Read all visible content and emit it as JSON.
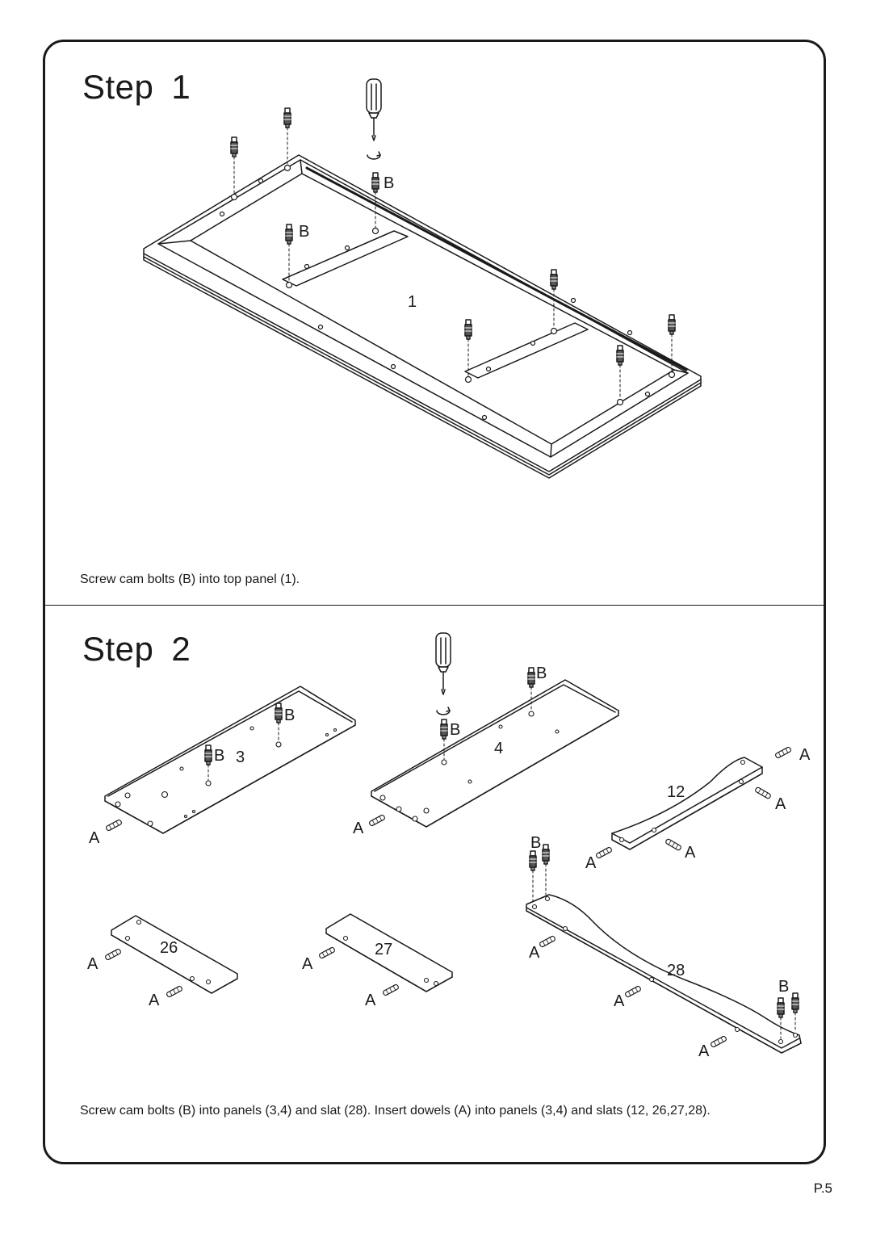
{
  "step1": {
    "word": "Step",
    "number": "1",
    "part_label": "1",
    "bolt_label": "B",
    "instruction": "Screw cam bolts (B) into top panel (1)."
  },
  "step2": {
    "word": "Step",
    "number": "2",
    "parts": {
      "panel_3": "3",
      "panel_4": "4",
      "slat_12": "12",
      "slat_26": "26",
      "slat_27": "27",
      "slat_28": "28"
    },
    "bolt_label": "B",
    "dowel_label": "A",
    "instruction": "Screw cam bolts (B) into panels (3,4) and slat (28). Insert dowels (A) into panels (3,4) and slats (12, 26,27,28)."
  },
  "page_number": "P.5",
  "icons": {
    "screwdriver": "screwdriver-icon",
    "rotation": "rotate-arrow-icon",
    "cam_bolt": "cam-bolt-icon",
    "dowel": "dowel-icon"
  }
}
